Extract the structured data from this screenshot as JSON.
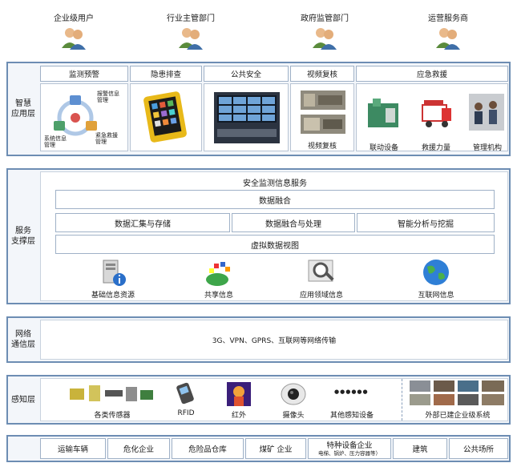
{
  "users": [
    "企业级用户",
    "行业主管部门",
    "政府监管部门",
    "运营服务商"
  ],
  "smart": {
    "layer": "智慧\n应用层",
    "tabs": [
      "监测预警",
      "隐患排查",
      "公共安全",
      "视频复核",
      "应急救援"
    ],
    "cycle": {
      "top": "报警信息\n管理",
      "left": "系统信息\n管理",
      "right": "紧急救援\n管理"
    },
    "video_caption": "视频复核",
    "rescue_captions": [
      "联动设备",
      "救援力量",
      "管理机构"
    ]
  },
  "service": {
    "layer": "服务\n支撑层",
    "title": "安全监测信息服务",
    "fusion": "数据融合",
    "row": [
      "数据汇集与存储",
      "数据融合与处理",
      "智能分析与挖掘"
    ],
    "view": "虚拟数据视图",
    "resources": [
      "基础信息资源",
      "共享信息",
      "应用领域信息",
      "互联网信息"
    ]
  },
  "network": {
    "layer": "网络\n通信层",
    "text": "3G、VPN、GPRS、互联网等网络传输"
  },
  "sensing": {
    "layer": "感知层",
    "items": [
      "各类传感器",
      "RFID",
      "红外",
      "摄像头",
      "其他感知设备",
      "外部已建企业级系统"
    ],
    "dots": "●●●●●●"
  },
  "bottom": [
    "运输车辆",
    "危化企业",
    "危险品仓库",
    "煤矿 企业",
    "特种设备企业",
    "建筑",
    "公共场所"
  ],
  "bottom_sub": "电梯、锅炉、压力容器等）"
}
